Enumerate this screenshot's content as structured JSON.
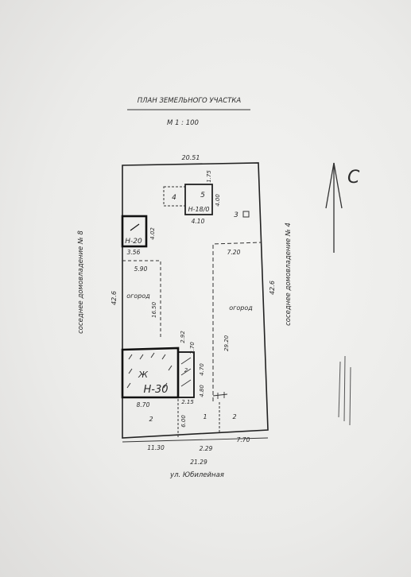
{
  "title": "ПЛАН ЗЕМЕЛЬНОГО УЧАСТКА",
  "scale": "М 1 : 100",
  "north_label": "С",
  "street": "ул. Юбилейная",
  "neighbors": {
    "left": "соседнее домовладение № 8",
    "right": "соседнее домовладение № 4"
  },
  "buildings": {
    "main_house": "Н-30",
    "main_house_tag": "Ж",
    "outbuilding": "Н-20",
    "shed_a": "4",
    "shed_b": "5",
    "shed_b_tag": "Н-18/0",
    "feature_3": "3"
  },
  "areas": {
    "garden_left": "огород",
    "garden_right": "огород"
  },
  "dimensions": {
    "top_width": "20.51",
    "left_side": "42.6",
    "right_side": "42.6",
    "shed_top": "1.75",
    "shed_height": "4.00",
    "shed_width": "4.10",
    "outbuilding_h": "4.02",
    "outbuilding_w": "3.56",
    "garden_left_w": "5.90",
    "garden_left_h": "16.50",
    "garden_right_w": "7.20",
    "garden_right_h": "29.20",
    "house_w1": "2.92",
    "house_w2": "4.70",
    "house_bottom": "8.70",
    "house_side": "2.15",
    "house_gap": "4.80",
    "bottom_left": "11.30",
    "bottom_mid": "2.29",
    "bottom_right": "7.70",
    "bottom_total": "21.29",
    "bottom_small": "6.00",
    "mark_a": "2",
    "mark_b": "1",
    "mark_c": "2",
    "porch_side": "2.70",
    "house_mark": "2"
  }
}
